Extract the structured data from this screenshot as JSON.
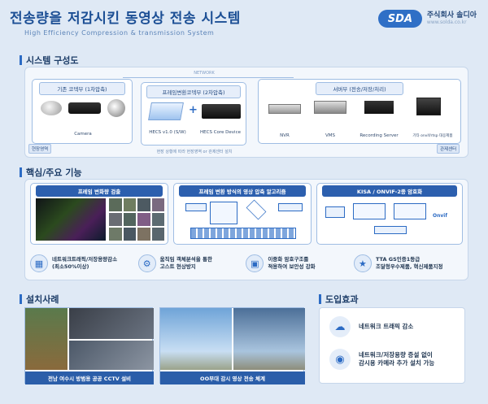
{
  "header": {
    "title": "전송량을 저감시킨 동영상 전송 시스템",
    "subtitle": "High Efficiency Compression & transmission System",
    "logo_mark": "SDA",
    "company": "주식회사 솔디아",
    "url": "www.solda.co.kr"
  },
  "config": {
    "heading": "시스템 구성도",
    "network_label": "NETWORK",
    "left_title": "기존 코덱부 (1차압축)",
    "left_caption": "Camera",
    "left_tag": "현장영역",
    "mid_title": "프레임변환코덱부 (2차압축)",
    "mid_item1": "HECS v1.0 (S/W)",
    "mid_item2": "HECS Core Device",
    "mid_note": "현장 상황에 따라 현장영역 or 관제센터 설치",
    "right_title": "서버부 (전송/저장/처리)",
    "right_items": [
      "NVR",
      "VMS",
      "Recording Server",
      "기타 onvif/rtsp 대응제품"
    ],
    "right_tag": "관제센터"
  },
  "features": {
    "heading": "핵심/주요 기능",
    "cards": [
      "프레임 변화량 검출",
      "프레임 변환 방식의 영상 압축 알고리즘",
      "KISA / ONVIF-2종 암호화"
    ],
    "onvif_label": "Onvif",
    "benefits": [
      {
        "l1": "네트워크트래픽/저장용량감소",
        "l2": "(최소50%이상)"
      },
      {
        "l1": "움직임 객체분석을 통한",
        "l2": "고스트 현상방지"
      },
      {
        "l1": "이중화 암호구조를",
        "l2": "적용하여 보안성 강화"
      },
      {
        "l1": "TTA GS인증1등급",
        "l2": "조달청우수제품, 혁신제품지정"
      }
    ]
  },
  "cases": {
    "heading": "설치사례",
    "items": [
      "전남 여수시 방범용 공공 CCTV 설비",
      "OO부대 감시 영상 전송 체계"
    ]
  },
  "effects": {
    "heading": "도입효과",
    "items": [
      {
        "l1": "네트워크 트래픽 감소",
        "l2": ""
      },
      {
        "l1": "네트워크/저장용량 증설 없이",
        "l2": "감시용 카메라 추가 설치 가능"
      }
    ]
  }
}
